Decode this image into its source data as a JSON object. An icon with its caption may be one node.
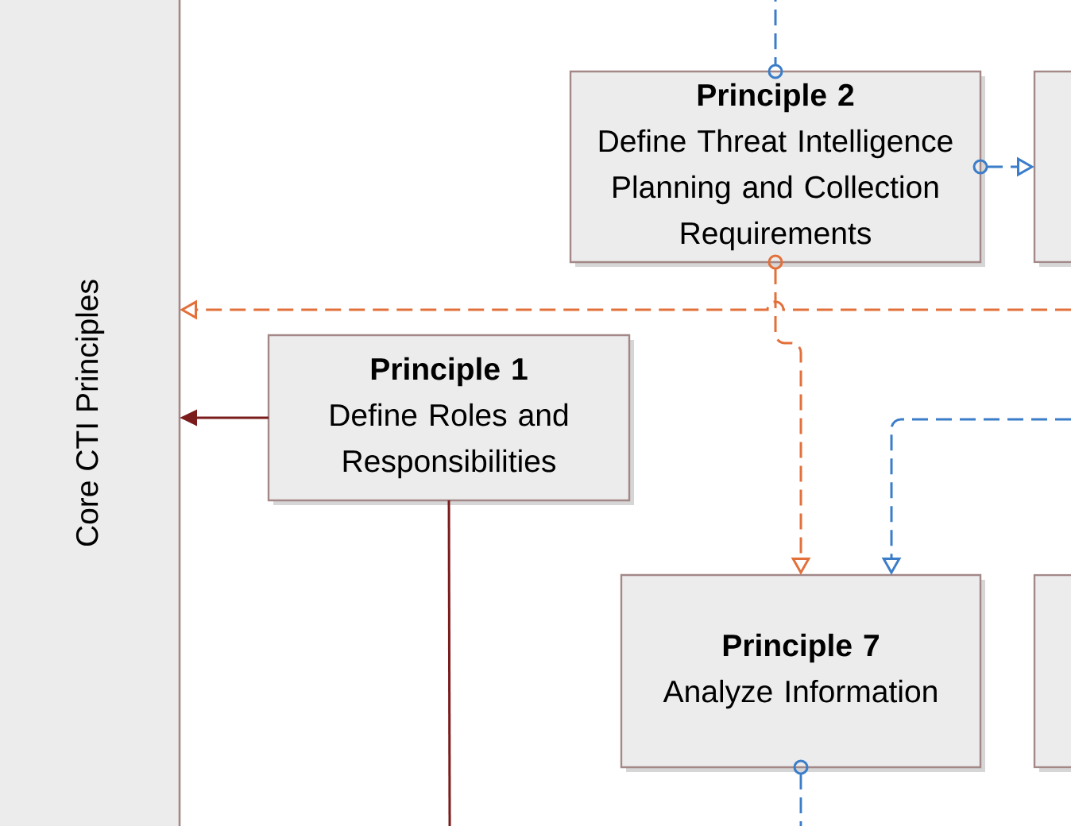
{
  "diagram": {
    "nodes": [
      {
        "text": [
          "Core CTI Principles"
        ]
      },
      {
        "text": [
          "Principle 2",
          "Define Threat Intelligence Planning and Collection Requirements"
        ]
      },
      {
        "text": [],
        "shape": "box"
      },
      {
        "text": [
          "Principle 1",
          "Define Roles and Responsibilities"
        ]
      },
      {
        "text": [
          "Principle 7",
          "Analyze Information"
        ]
      },
      {
        "text": [],
        "shape": "box"
      }
    ],
    "edges": [
      {
        "from": 1,
        "to": null,
        "arrow": "other",
        "style": "dashed"
      },
      {
        "from": 1,
        "to": 2,
        "arrow": "to",
        "style": "dashed"
      },
      {
        "from": 1,
        "to": 4,
        "arrow": "to",
        "style": "dashed",
        "color": "#e2703a"
      },
      {
        "from": null,
        "to": 0,
        "arrow": "to",
        "style": "dashed",
        "color": "#e2703a"
      },
      {
        "from": 3,
        "to": 0,
        "arrow": "to",
        "color": "#7b1c1c"
      },
      {
        "from": 3,
        "to": null,
        "arrow": "none",
        "color": "#7b1c1c"
      },
      {
        "from": null,
        "to": 4,
        "arrow": "to",
        "style": "dashed"
      },
      {
        "from": 4,
        "to": null,
        "arrow": "other",
        "style": "dashed"
      }
    ]
  }
}
